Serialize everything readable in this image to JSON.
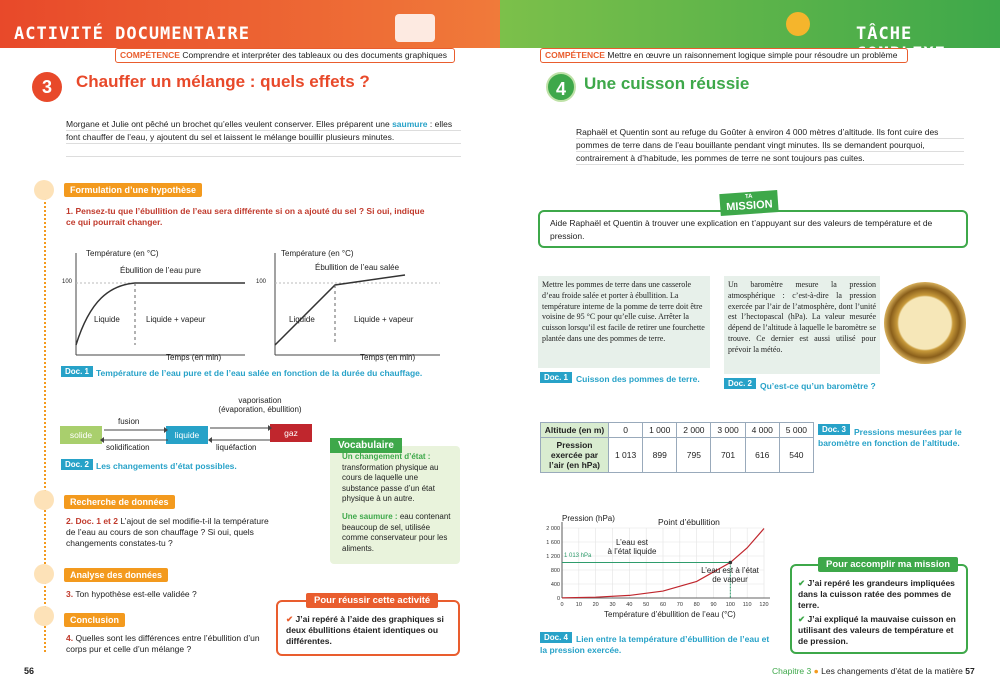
{
  "left": {
    "banner": "ACTIVITÉ DOCUMENTAIRE",
    "competence_label": "COMPÉTENCE",
    "competence_text": "Comprendre et interpréter des tableaux ou des documents graphiques",
    "number": "3",
    "title": "Chauffer un mélange : quels effets ?",
    "intro_a": "Morgane et Julie ont pêché un brochet qu’elles veulent conserver. Elles préparent une",
    "intro_b": "saumure",
    "intro_c": ":",
    "intro_d": "elles font chauffer de l’eau, y ajoutent du sel et laissent le mélange bouillir plusieurs minutes.",
    "step1_tag": "Formulation d’une hypothèse",
    "q1": "1. Pensez-tu que l’ébullition de l’eau sera différente si on a ajouté du sel ? Si oui, indique ce qui pourrait changer.",
    "graph1": {
      "ylabel": "Température (en °C)",
      "tick": "100",
      "label": "Ébullition de l’eau pure",
      "liquid": "Liquide",
      "lv": "Liquide + vapeur"
    },
    "graph2": {
      "ylabel": "Température (en °C)",
      "tick": "100",
      "label": "Ébullition de l’eau salée",
      "liquid": "Liquide",
      "lv": "Liquide + vapeur",
      "xlabel": "Temps (en min)"
    },
    "graph1_xlabel": "Temps (en min)",
    "doc1_tag": "Doc. 1",
    "doc1_cap": "Température de l’eau pure et de l’eau salée en fonction de la durée du chauffage.",
    "states": {
      "solid": "solide",
      "liquid": "liquide",
      "gas": "gaz",
      "fusion": "fusion",
      "solidification": "solidification",
      "vapo1": "vaporisation",
      "vapo2": "(évaporation, ébullition)",
      "liquefaction": "liquéfaction"
    },
    "doc2_tag": "Doc. 2",
    "doc2_cap": "Les changements d’état possibles.",
    "vocab_title": "Vocabulaire",
    "vocab1_term": "Un changement d’état :",
    "vocab1_def": "transformation physique au cours de laquelle une substance passe d’un état physique à un autre.",
    "vocab2_term": "Une saumure :",
    "vocab2_def": "eau contenant beaucoup de sel, utilisée comme conservateur pour les aliments.",
    "step2_tag": "Recherche de données",
    "q2_num": "2. Doc. 1 et 2",
    "q2_text": "L’ajout de sel modifie-t-il la température de l’eau au cours de son chauffage ? Si oui, quels changements constates-tu ?",
    "step3_tag": "Analyse des données",
    "q3_num": "3.",
    "q3_text": "Ton hypothèse est-elle validée ?",
    "step4_tag": "Conclusion",
    "q4_num": "4.",
    "q4_text": "Quelles sont les différences entre l’ébullition d’un corps pur et celle d’un mélange ?",
    "success_title": "Pour réussir cette activité",
    "success_item": "J’ai repéré à l’aide des graphiques si deux ébullitions étaient identiques ou différentes.",
    "page": "56"
  },
  "right": {
    "banner": "TÂCHE COMPLEXE",
    "competence_label": "COMPÉTENCE",
    "competence_text": "Mettre en œuvre un raisonnement logique simple pour résoudre un problème",
    "number": "4",
    "title": "Une cuisson réussie",
    "intro": "Raphaël et Quentin sont au refuge du Goûter à environ 4 000 mètres d’altitude. Ils font cuire des pommes de terre dans de l’eau bouillante pendant vingt minutes. Ils se demandent pourquoi, contrairement à d’habitude, les pommes de terre ne sont toujours pas cuites.",
    "mission_ta": "TA",
    "mission_word": "MISSION",
    "mission_text": "Aide Raphaël et Quentin à trouver une explication en t’appuyant sur des valeurs de température et de pression.",
    "doc1_text": "Mettre les pommes de terre dans une casserole d’eau froide salée et porter à ébullition. La température interne de la pomme de terre doit être voisine de 95 °C pour qu’elle cuise. Arrêter la cuisson lorsqu’il est facile de retirer une fourchette plantée dans une des pommes de terre.",
    "doc1_tag": "Doc. 1",
    "doc1_cap": "Cuisson des pommes de terre.",
    "doc2_text": "Un baromètre mesure la pression atmosphérique : c’est-à-dire la pression exercée par l’air de l’atmosphère, dont l’unité est l’hectopascal (hPa). La valeur mesurée dépend de l’altitude à laquelle le baromètre se trouve. Ce dernier est aussi utilisé pour prévoir la météo.",
    "doc2_tag": "Doc. 2",
    "doc2_cap": "Qu’est-ce qu’un baromètre ?",
    "table": {
      "row1_head": "Altitude (en m)",
      "row1": [
        "0",
        "1 000",
        "2 000",
        "3 000",
        "4 000",
        "5 000"
      ],
      "row2_head": "Pression exercée par l’air (en hPa)",
      "row2": [
        "1 013",
        "899",
        "795",
        "701",
        "616",
        "540"
      ]
    },
    "doc3_tag": "Doc. 3",
    "doc3_cap": "Pressions mesurées par le baromètre en fonction de l’altitude.",
    "graph": {
      "ylabel": "Pression (hPa)",
      "title": "Point d’ébullition",
      "yticks": [
        "2 000",
        "1 600",
        "1 200",
        "800",
        "400",
        "0"
      ],
      "ref": "1 013 hPa",
      "liquid_a": "L’eau est",
      "liquid_b": "à l’état liquide",
      "vapor_a": "L’eau est à l’état",
      "vapor_b": "de vapeur",
      "xticks": [
        "0",
        "10",
        "20",
        "30",
        "40",
        "50",
        "60",
        "70",
        "80",
        "90",
        "100",
        "110",
        "120"
      ],
      "xlabel": "Température d’ébullition de l’eau (°C)"
    },
    "doc4_tag": "Doc. 4",
    "doc4_cap": "Lien entre la température d’ébullition de l’eau et la pression exercée.",
    "mission_box_title": "Pour accomplir ma mission",
    "check1": "J’ai repéré les grandeurs impliquées dans la cuisson ratée des pommes de terre.",
    "check2": "J’ai expliqué la mauvaise cuisson en utilisant des valeurs de température et de pression.",
    "footer_chapter": "Chapitre 3",
    "footer_title": "Les changements d’état de la matière",
    "page": "57"
  },
  "chart_data": {
    "type": "line",
    "x": [
      0,
      20,
      40,
      60,
      80,
      100,
      110,
      120
    ],
    "y": [
      6,
      23,
      74,
      199,
      474,
      1013,
      1433,
      1985
    ],
    "xlim": [
      0,
      120
    ],
    "ylim": [
      0,
      2000
    ],
    "title": "Point d’ébullition",
    "xlabel": "Température d’ébullition de l’eau (°C)",
    "ylabel": "Pression (hPa)",
    "reference_line": 1013,
    "colors": {
      "curve": "#c0262d",
      "ref": "#2e9c6c"
    }
  }
}
